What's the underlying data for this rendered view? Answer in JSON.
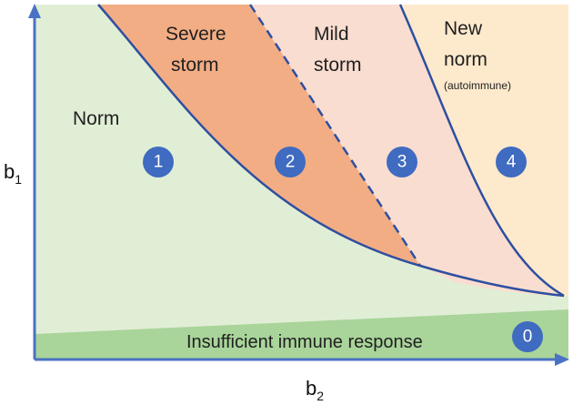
{
  "axes": {
    "y": {
      "symbol": "b",
      "subscript": "1"
    },
    "x": {
      "symbol": "b",
      "subscript": "2"
    }
  },
  "regions": [
    {
      "id": "1",
      "label_lines": [
        "Norm"
      ],
      "color": "#e1eed6"
    },
    {
      "id": "2",
      "label_lines": [
        "Severe",
        "storm"
      ],
      "color": "#f2ad84"
    },
    {
      "id": "3",
      "label_lines": [
        "Mild",
        "storm"
      ],
      "color": "#f9ddd0"
    },
    {
      "id": "4",
      "label_lines": [
        "New",
        "norm"
      ],
      "note": "(autoimmune)",
      "color": "#fde9cc"
    },
    {
      "id": "0",
      "label_lines": [
        "Insufficient immune response"
      ],
      "color": "#a9d49a"
    }
  ],
  "colors": {
    "boundary": "#2e4fa0",
    "axis": "#4a72c4",
    "badge": "#3f6bc0"
  }
}
